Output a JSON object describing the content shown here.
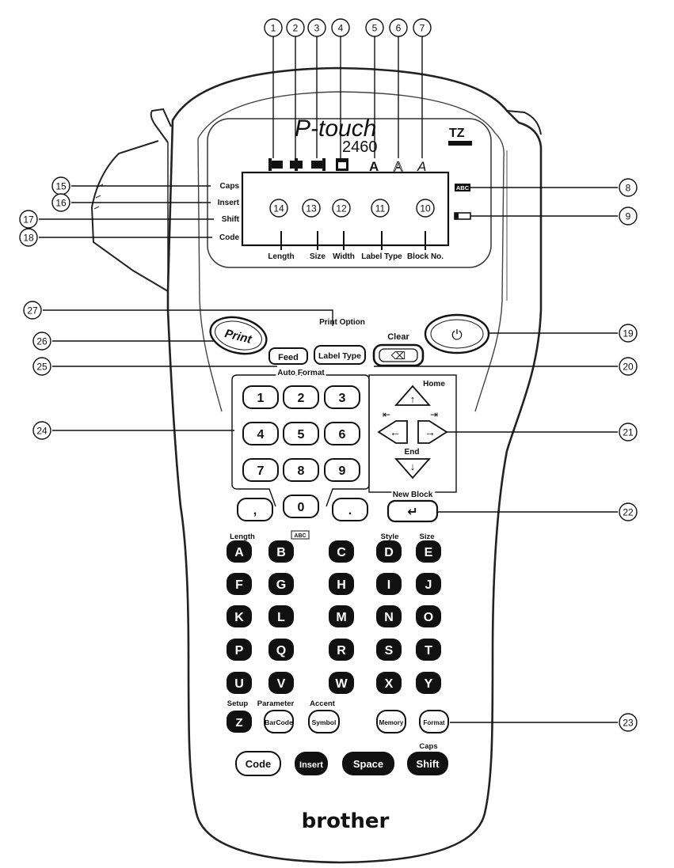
{
  "screen": {
    "logo_script": "P-touch",
    "model": "2460",
    "tz_logo": "TZ",
    "indicators": {
      "caps": "Caps",
      "insert": "Insert",
      "shift": "Shift",
      "code": "Code"
    },
    "style_glyphs": [
      "A",
      "A",
      "A"
    ],
    "abc_badge": "ABC",
    "bottom_labels": [
      "Length",
      "Size",
      "Width",
      "Label Type",
      "Block No."
    ]
  },
  "callouts": [
    "1",
    "2",
    "3",
    "4",
    "5",
    "6",
    "7",
    "8",
    "9",
    "10",
    "11",
    "12",
    "13",
    "14",
    "15",
    "16",
    "17",
    "18",
    "19",
    "20",
    "21",
    "22",
    "23",
    "24",
    "25",
    "26",
    "27"
  ],
  "function_keys": {
    "print": "Print",
    "feed": "Feed",
    "label_type": "Label Type",
    "print_option": "Print Option",
    "clear": "Clear",
    "backspace_glyph": "⌫",
    "power_glyph": "⏻"
  },
  "numpad": {
    "auto_format": "Auto Format",
    "keys": [
      "1",
      "2",
      "3",
      "4",
      "5",
      "6",
      "7",
      "8",
      "9"
    ],
    "zero": "0",
    "comma": ",",
    "period": "."
  },
  "cursor": {
    "home": "Home",
    "end": "End",
    "up": "↑",
    "down": "↓",
    "left": "←",
    "right": "→",
    "left_tag": "⇤",
    "right_tag": "⇥",
    "new_block": "New Block",
    "enter": "↵"
  },
  "key_labels": {
    "length": "Length",
    "abc": "ABC",
    "style": "Style",
    "size": "Size",
    "setup": "Setup",
    "parameter": "Parameter",
    "accent": "Accent",
    "caps": "Caps"
  },
  "alpha_keys": [
    "A",
    "B",
    "C",
    "D",
    "E",
    "F",
    "G",
    "H",
    "I",
    "J",
    "K",
    "L",
    "M",
    "N",
    "O",
    "P",
    "Q",
    "R",
    "S",
    "T",
    "U",
    "V",
    "W",
    "X",
    "Y"
  ],
  "bottom_keys": {
    "z": "Z",
    "barcode": "BarCode",
    "symbol": "Symbol",
    "memory": "Memory",
    "format": "Format",
    "code": "Code",
    "insert": "Insert",
    "space": "Space",
    "shift": "Shift"
  },
  "brand": "brother"
}
